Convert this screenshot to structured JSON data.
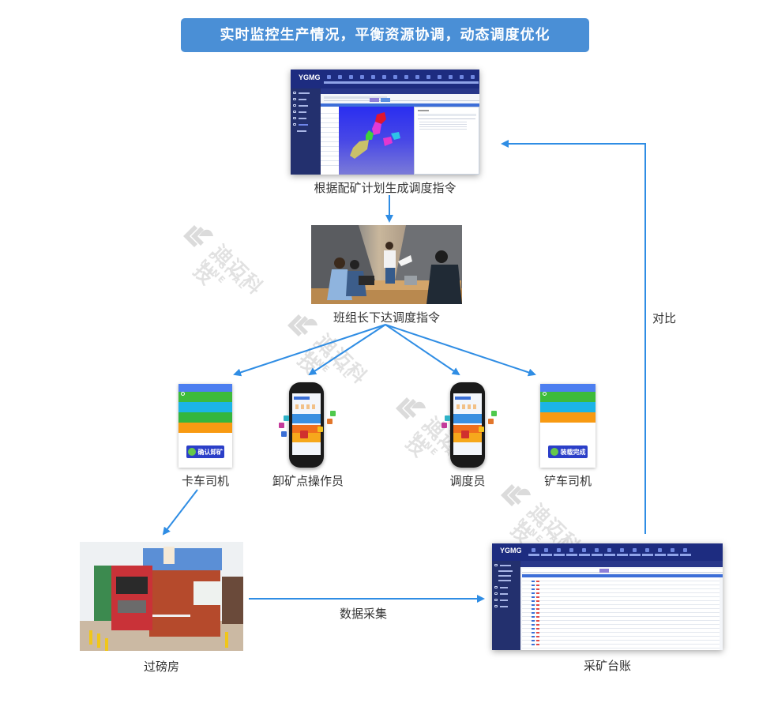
{
  "title": "实时监控生产情况，平衡资源协调，动态调度优化",
  "nodes": {
    "dispatch_software": {
      "caption": "根据配矿计划生成调度指令",
      "logo": "YGMG"
    },
    "team_leader": {
      "caption": "班组长下达调度指令"
    },
    "truck_driver": {
      "caption": "卡车司机",
      "button_label": "确认卸矿"
    },
    "unloading_operator": {
      "caption": "卸矿点操作员"
    },
    "dispatcher": {
      "caption": "调度员"
    },
    "shovel_driver": {
      "caption": "铲车司机",
      "button_label": "装载完成"
    },
    "weighbridge": {
      "caption": "过磅房"
    },
    "mining_ledger": {
      "caption": "采矿台账",
      "logo": "YGMG"
    }
  },
  "edge_labels": {
    "data_collection": "数据采集",
    "compare": "对比"
  },
  "watermark": {
    "cn": "迪迈科技",
    "en": "DIGITAL MINE"
  },
  "colors": {
    "banner": "#4a8fd6",
    "arrow": "#2f8de4",
    "nav_dark": "#1d2c80",
    "button": "#2b3fc8"
  }
}
